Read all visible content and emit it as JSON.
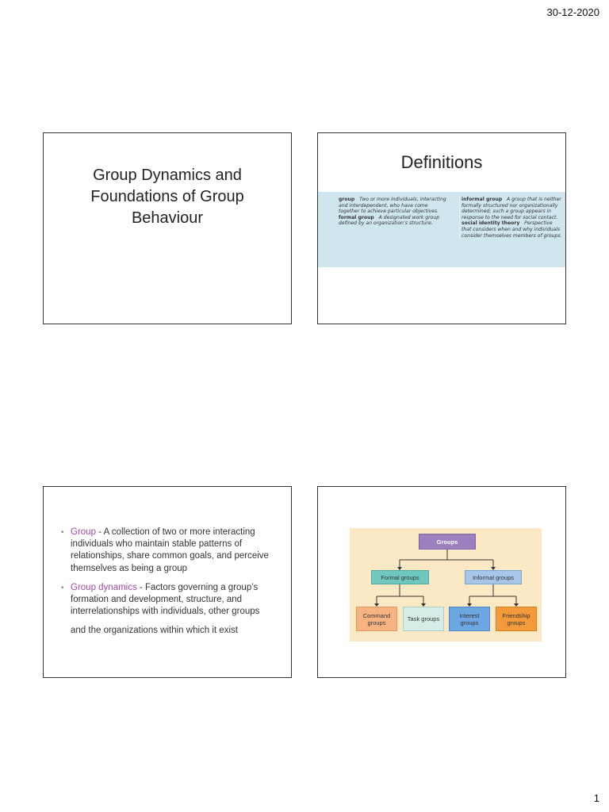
{
  "header": {
    "date": "30-12-2020"
  },
  "footer": {
    "page_number": "1"
  },
  "slide1": {
    "title_lines": [
      "Group Dynamics and",
      "Foundations of Group",
      "Behaviour"
    ]
  },
  "slide2": {
    "title": "Definitions",
    "left": [
      {
        "term": "group",
        "text": "Two or more individuals, interacting and interdependent, who have come together to achieve particular objectives."
      },
      {
        "term": "formal group",
        "text": "A designated work group defined by an organization’s structure."
      }
    ],
    "right": [
      {
        "term": "informal group",
        "text": "A group that is neither formally structured nor organizationally determined; such a group appears in response to the need for social contact."
      },
      {
        "term": "social identity theory",
        "text": "Perspective that considers when and why individuals consider themselves members of groups."
      }
    ]
  },
  "slide3": {
    "bullets": [
      {
        "term": "Group",
        "sep": " - ",
        "text": "A collection of two or more interacting individuals who maintain stable patterns of relationships, share common goals, and perceive themselves as being a group"
      },
      {
        "term": "Group dynamics",
        "sep": " - ",
        "text": "Factors governing a group’s formation and development, structure, and interrelationships with individuals, other groups"
      }
    ],
    "trailing": "and the organizations within which it exist"
  },
  "slide4": {
    "groups": "Groups",
    "formal": "Formal groups",
    "informal": "Informal groups",
    "command": "Command groups",
    "task": "Task groups",
    "interest": "Interest groups",
    "friendship": "Friendship groups"
  }
}
